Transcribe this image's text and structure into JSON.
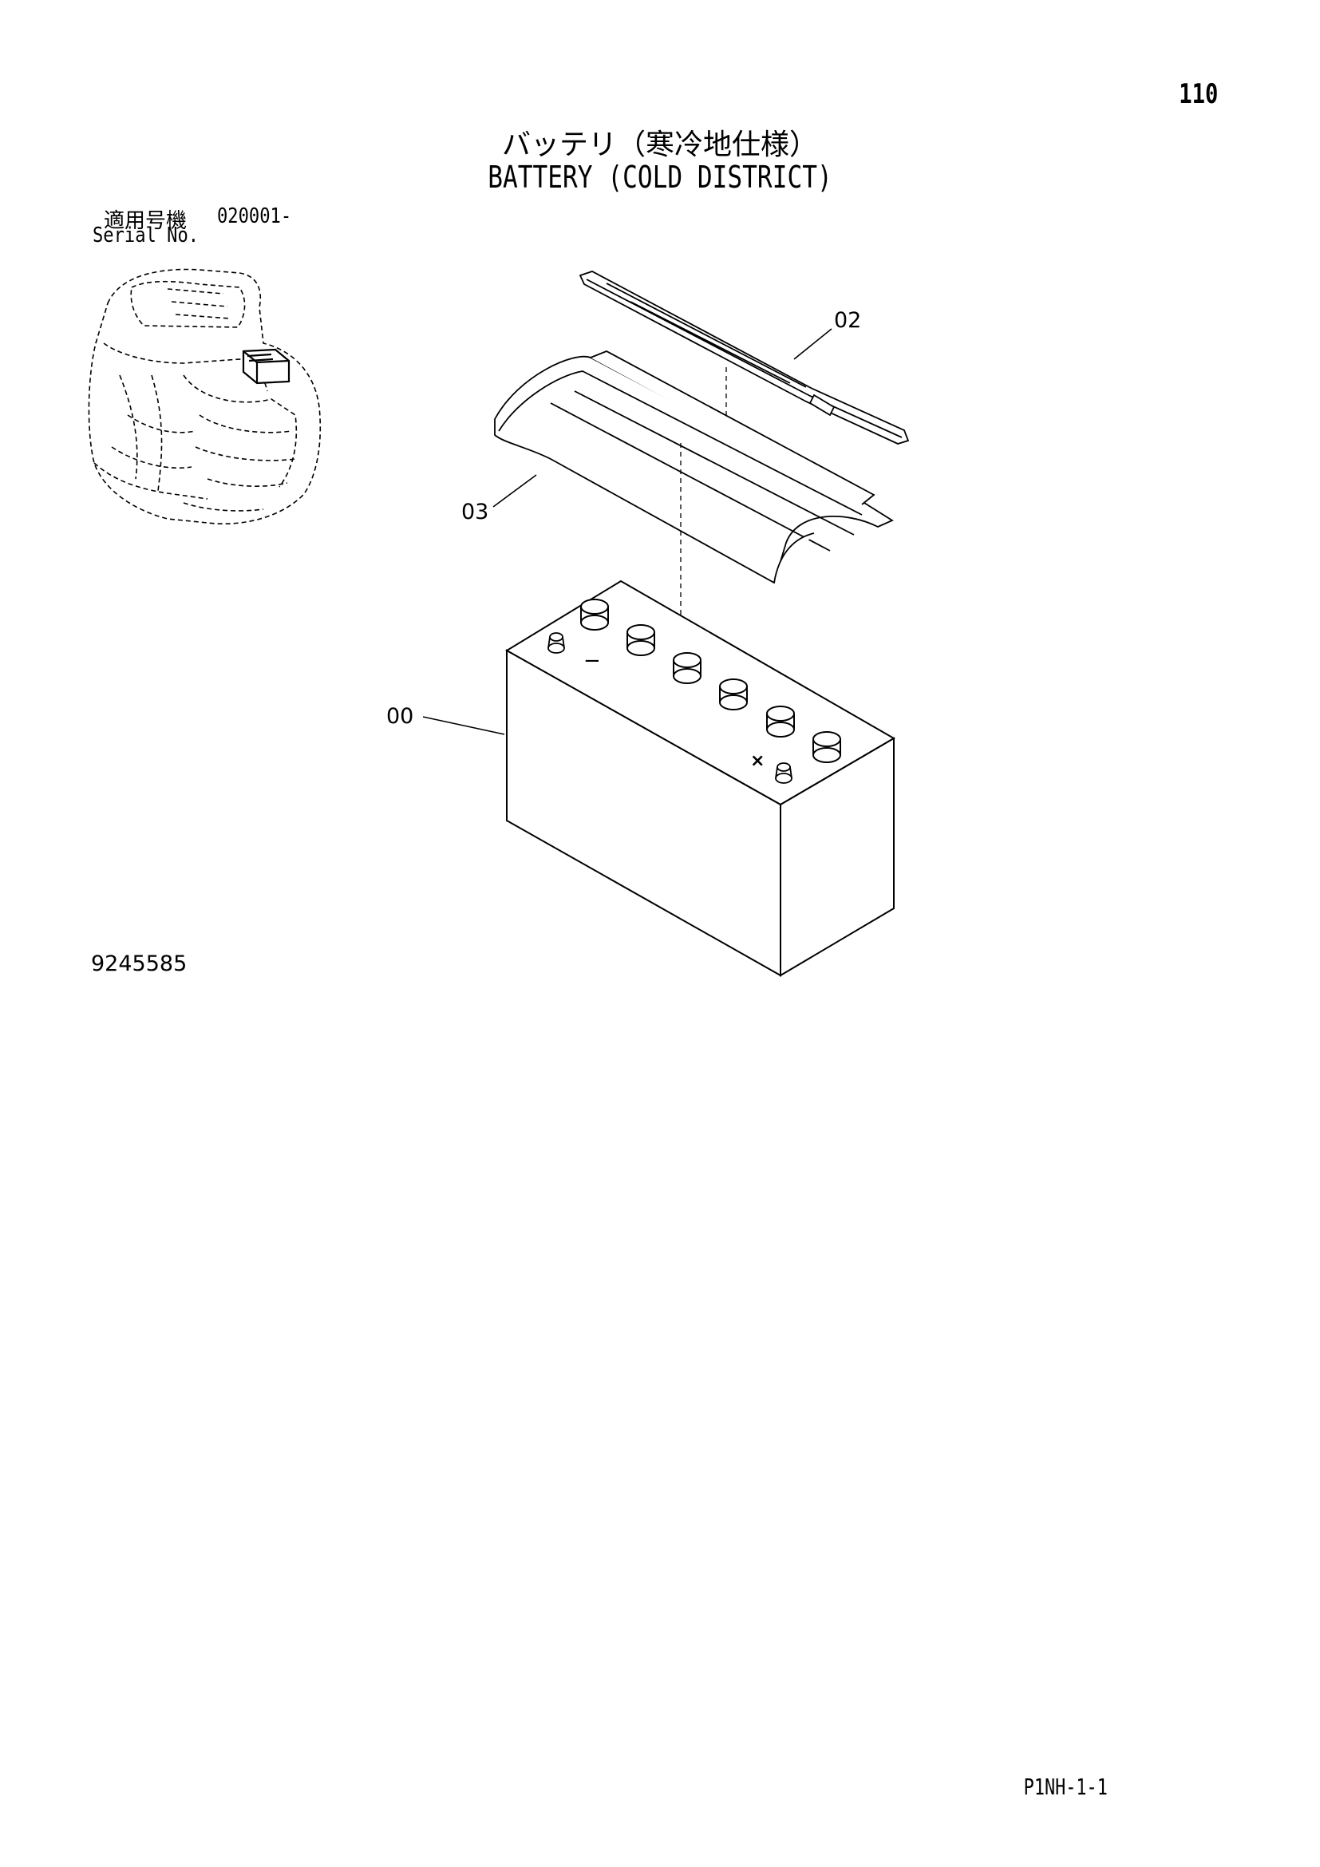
{
  "header": {
    "page_number": "110",
    "title_ja": "バッテリ（寒冷地仕様）",
    "title_en": "BATTERY (COLD DISTRICT)"
  },
  "serial": {
    "label_ja": "適用号機",
    "value": "020001-",
    "label_en": "Serial No."
  },
  "parts": [
    {
      "callout": "02"
    },
    {
      "callout": "03"
    },
    {
      "callout": "00"
    }
  ],
  "drawing_id": "9245585",
  "footer": {
    "reference": "P1NH-1-1"
  },
  "battery_marks": {
    "negative": "−",
    "positive": "×"
  }
}
